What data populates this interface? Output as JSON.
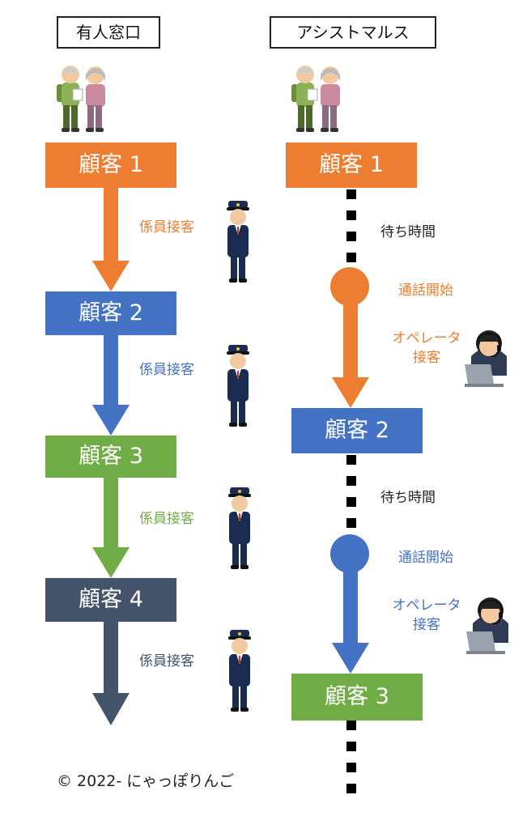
{
  "colors": {
    "orange": "#ED7D31",
    "blue": "#4472C4",
    "green": "#70AD47",
    "navy": "#44546A",
    "text": "#222222",
    "uniform": "#1B2C52"
  },
  "left_column": {
    "title": "有人窓口",
    "customers": [
      "顧客 1",
      "顧客 2",
      "顧客 3",
      "顧客 4"
    ],
    "service_labels": [
      "係員接客",
      "係員接客",
      "係員接客",
      "係員接客"
    ]
  },
  "right_column": {
    "title": "アシストマルス",
    "customers": [
      "顧客 1",
      "顧客 2",
      "顧客 3"
    ],
    "wait_labels": [
      "待ち時間",
      "待ち時間"
    ],
    "call_labels": [
      "通話開始",
      "通話開始"
    ],
    "operator_labels": [
      {
        "line1": "オペレータ",
        "line2": "接客"
      },
      {
        "line1": "オペレータ",
        "line2": "接客"
      }
    ]
  },
  "icons": {
    "elderly_couple": "elderly-couple-icon",
    "station_staff": "station-staff-icon",
    "call_operator": "call-operator-icon"
  },
  "footer": {
    "copyright": "© 2022- にゃっぽりんご"
  }
}
